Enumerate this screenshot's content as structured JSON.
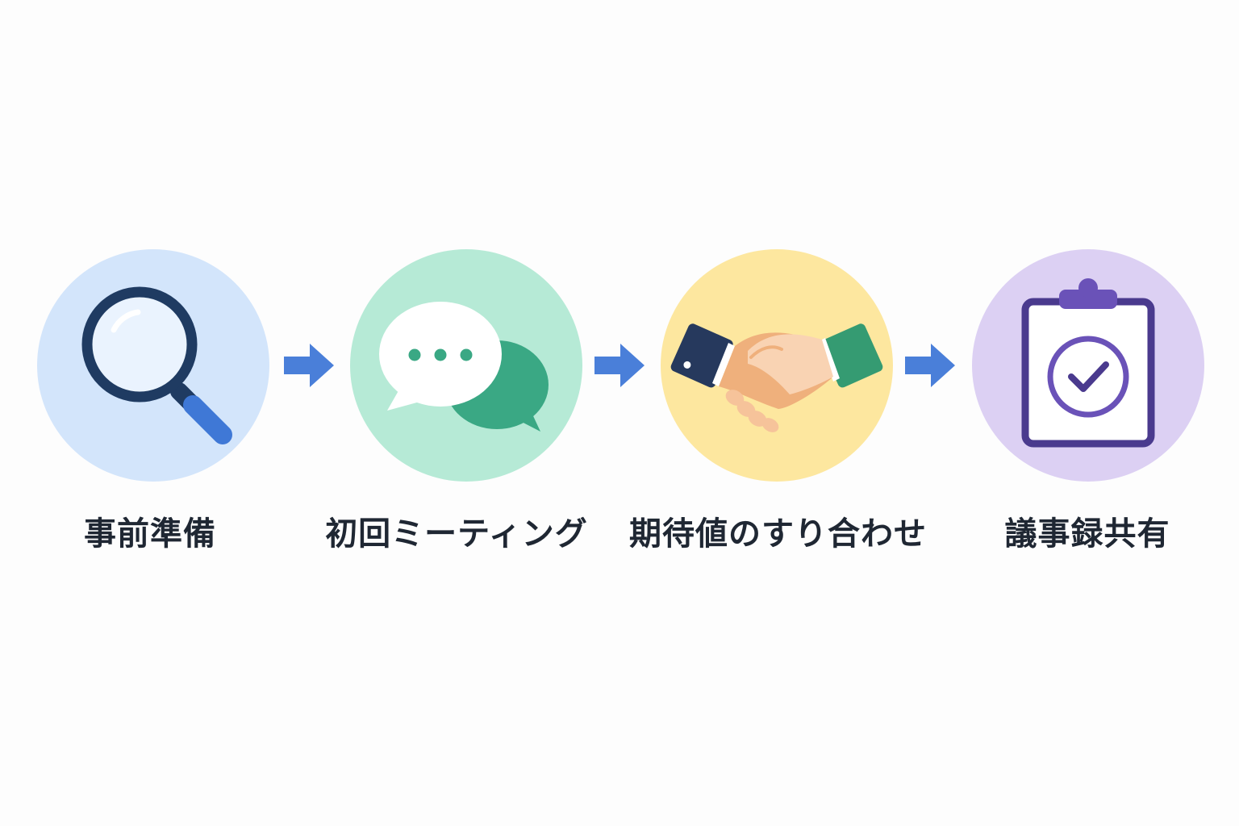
{
  "colors": {
    "arrow": "#4a7fd9",
    "label_text": "#1f2733",
    "background": "#fdfdfd"
  },
  "steps": [
    {
      "label": "事前準備",
      "icon": "magnifying-glass-icon",
      "circle_color": "#d3e5fb"
    },
    {
      "label": "初回ミーティング",
      "icon": "speech-bubbles-icon",
      "circle_color": "#b6ead6"
    },
    {
      "label": "期待値のすり合わせ",
      "icon": "handshake-icon",
      "circle_color": "#fde79f"
    },
    {
      "label": "議事録共有",
      "icon": "clipboard-check-icon",
      "circle_color": "#dcd0f3"
    }
  ],
  "connectors": [
    {
      "icon": "right-arrow-icon"
    },
    {
      "icon": "right-arrow-icon"
    },
    {
      "icon": "right-arrow-icon"
    }
  ]
}
